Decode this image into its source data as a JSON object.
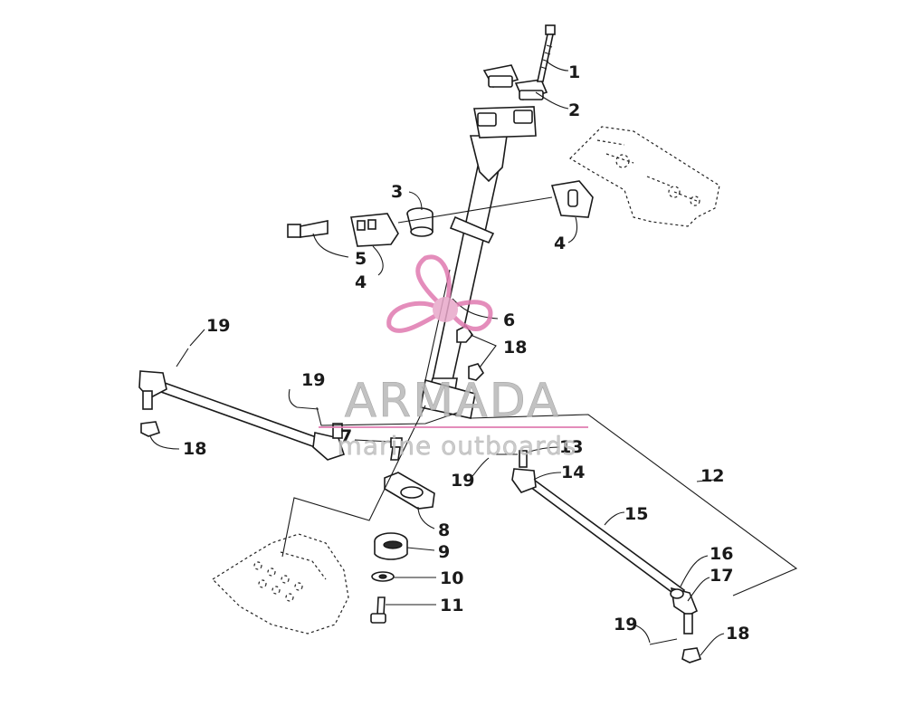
{
  "watermark": {
    "brand": "ARMADA",
    "tagline": "marine outboards",
    "accent_color": "#e07ab0",
    "icon": "propeller-icon"
  },
  "callouts": [
    {
      "id": "c1",
      "label": "1"
    },
    {
      "id": "c2",
      "label": "2"
    },
    {
      "id": "c3",
      "label": "3"
    },
    {
      "id": "c4a",
      "label": "4"
    },
    {
      "id": "c4b",
      "label": "4"
    },
    {
      "id": "c5",
      "label": "5"
    },
    {
      "id": "c6",
      "label": "6"
    },
    {
      "id": "c7",
      "label": "7"
    },
    {
      "id": "c8",
      "label": "8"
    },
    {
      "id": "c9",
      "label": "9"
    },
    {
      "id": "c10",
      "label": "10"
    },
    {
      "id": "c11",
      "label": "11"
    },
    {
      "id": "c12",
      "label": "12"
    },
    {
      "id": "c13",
      "label": "13"
    },
    {
      "id": "c14",
      "label": "14"
    },
    {
      "id": "c15",
      "label": "15"
    },
    {
      "id": "c16",
      "label": "16"
    },
    {
      "id": "c17",
      "label": "17"
    },
    {
      "id": "c18a",
      "label": "18"
    },
    {
      "id": "c18b",
      "label": "18"
    },
    {
      "id": "c18c",
      "label": "18"
    },
    {
      "id": "c19a",
      "label": "19"
    },
    {
      "id": "c19b",
      "label": "19"
    },
    {
      "id": "c19c",
      "label": "19"
    },
    {
      "id": "c19d",
      "label": "19"
    }
  ]
}
